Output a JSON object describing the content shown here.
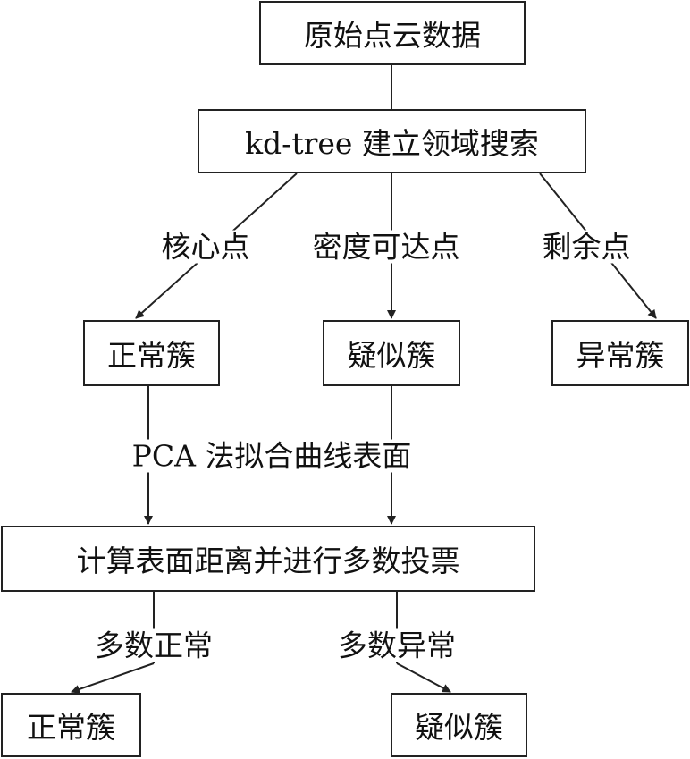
{
  "nodes": {
    "raw": "原始点云数据",
    "kdtree": "kd-tree 建立领域搜索",
    "normal_cluster": "正常簇",
    "suspect_cluster": "疑似簇",
    "abnormal_cluster": "异常簇",
    "vote": "计算表面距离并进行多数投票",
    "final_normal": "正常簇",
    "final_suspect": "疑似簇"
  },
  "edges": {
    "core_point": "核心点",
    "density_reachable": "密度可达点",
    "remaining": "剩余点",
    "pca": "PCA 法拟合曲线表面",
    "majority_normal": "多数正常",
    "majority_abnormal": "多数异常"
  }
}
